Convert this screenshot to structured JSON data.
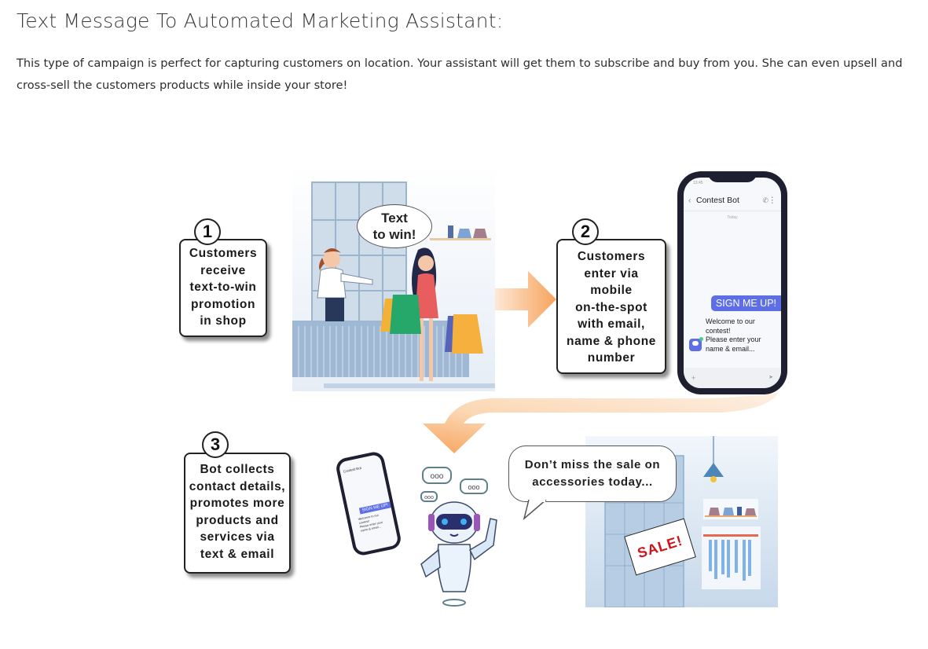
{
  "page": {
    "title": "Text Message To Automated Marketing Assistant:",
    "intro": "This type of campaign is perfect for capturing customers on location. Your assistant will get them to subscribe and buy from you.  She can even upsell and cross-sell the customers products while inside your store!"
  },
  "colors": {
    "accent_orange": "#f7a35c",
    "phone_frame": "#1e1f30",
    "bubble_blue": "#5d6ee6",
    "store_blue": "#b8cde3",
    "sale_red": "#d0121b"
  },
  "steps": [
    {
      "number": "1",
      "lines": [
        "Customers",
        "receive",
        "text-to-win",
        "promotion",
        "in shop"
      ]
    },
    {
      "number": "2",
      "lines": [
        "Customers",
        "enter via",
        "mobile",
        "on-the-spot",
        "with email,",
        "name & phone",
        "number"
      ]
    },
    {
      "number": "3",
      "lines": [
        "Bot collects",
        "contact details,",
        "promotes more",
        "products and",
        "services via",
        "text & email"
      ]
    }
  ],
  "illustration": {
    "shop_bubble_line1": "Text",
    "shop_bubble_line2": "to win!",
    "bot_bubble_line1": "Don’t miss the sale on",
    "bot_bubble_line2": "accessories today...",
    "sale_sign": "SALE!",
    "bot_thoughts": [
      "ooo",
      "ooo",
      "ooo"
    ]
  },
  "phone": {
    "time": "13:45",
    "contact_name": "Contest Bot",
    "back_icon": "‹",
    "call_icon": "✆",
    "menu_icon": "⋮",
    "day_label": "Today",
    "outgoing_message": "SIGN ME UP!",
    "incoming_message_line1": "Welcome to our",
    "incoming_message_line2": "contest!",
    "incoming_message_line3": "Please enter your",
    "incoming_message_line4": "name & email...",
    "plus_icon": "+",
    "send_icon": "➤"
  }
}
